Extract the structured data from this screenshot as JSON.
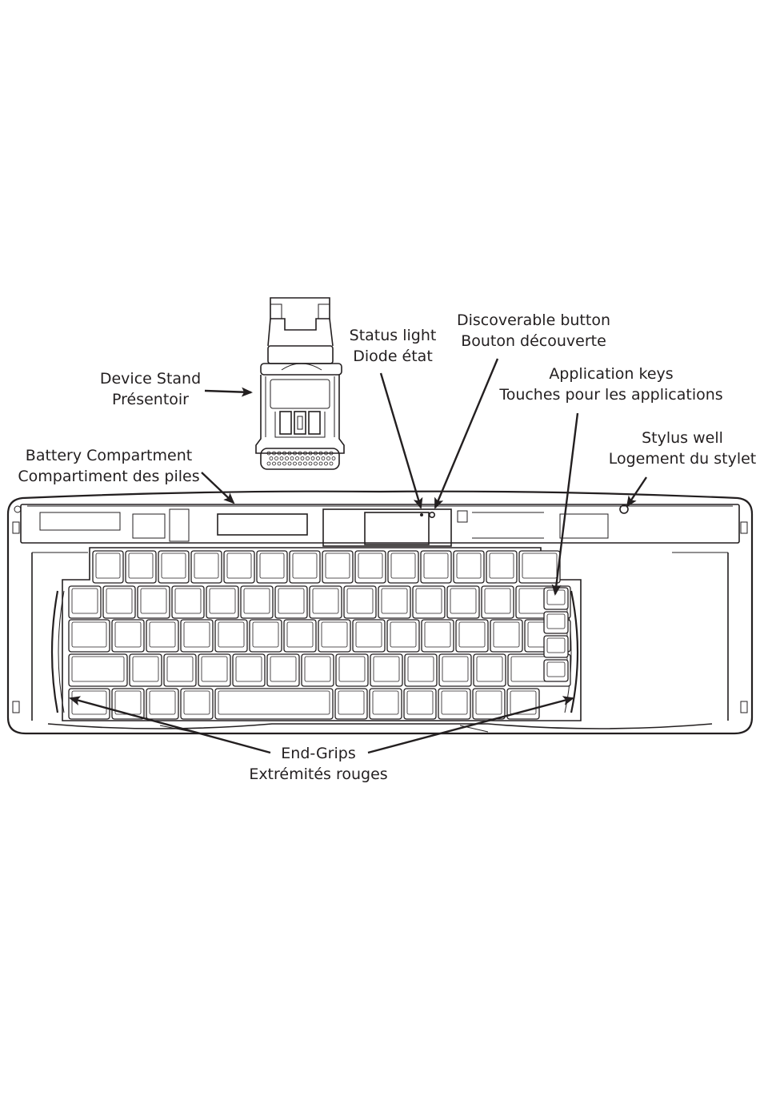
{
  "labels": {
    "device_stand": {
      "en": "Device Stand",
      "fr": "Présentoir"
    },
    "battery": {
      "en": "Battery Compartment",
      "fr": "Compartiment des piles"
    },
    "status_light": {
      "en": "Status light",
      "fr": "Diode état"
    },
    "discoverable": {
      "en": "Discoverable button",
      "fr": "Bouton découverte"
    },
    "app_keys": {
      "en": "Application keys",
      "fr": "Touches pour les applications"
    },
    "stylus": {
      "en": "Stylus well",
      "fr": "Logement du stylet"
    },
    "end_grips": {
      "en": "End-Grips",
      "fr": "Extrémités rouges"
    }
  },
  "colors": {
    "line": "#231f20",
    "background": "#ffffff"
  }
}
